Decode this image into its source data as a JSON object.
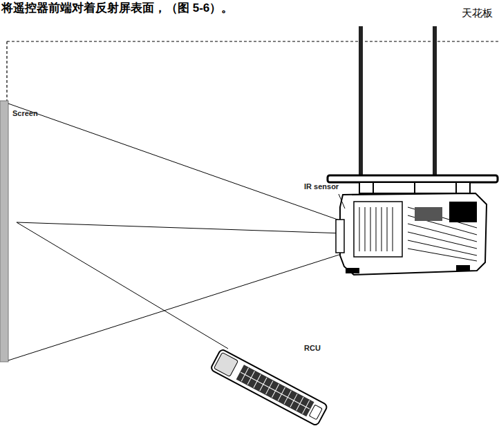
{
  "diagram": {
    "title": "将遥控器前端对着反射屏表面，（图 5-6）。",
    "labels": [
      "天花板",
      "IR sensor",
      "Screen",
      "RCU"
    ]
  }
}
